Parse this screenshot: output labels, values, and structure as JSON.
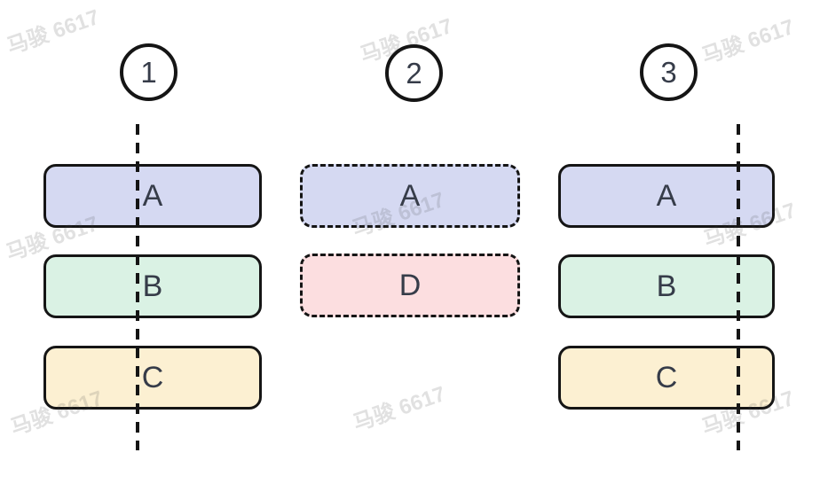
{
  "watermark": {
    "text": "马骏 6617",
    "color": "#e3e3e3"
  },
  "columns": [
    {
      "badge_label": "1",
      "has_cut_line": true,
      "cut_line_position": "through-center-of-boxes",
      "boxes": [
        {
          "label": "A",
          "fill": "#d5d9f2",
          "border_style": "solid"
        },
        {
          "label": "B",
          "fill": "#daf2e4",
          "border_style": "solid"
        },
        {
          "label": "C",
          "fill": "#fcf0d2",
          "border_style": "solid"
        }
      ]
    },
    {
      "badge_label": "2",
      "has_cut_line": false,
      "boxes": [
        {
          "label": "A",
          "fill": "#d5d9f2",
          "border_style": "dashed"
        },
        {
          "label": "D",
          "fill": "#fcdee0",
          "border_style": "dashed"
        }
      ]
    },
    {
      "badge_label": "3",
      "has_cut_line": true,
      "cut_line_position": "through-right-side-of-boxes",
      "boxes": [
        {
          "label": "A",
          "fill": "#d5d9f2",
          "border_style": "solid"
        },
        {
          "label": "B",
          "fill": "#daf2e4",
          "border_style": "solid"
        },
        {
          "label": "C",
          "fill": "#fcf0d2",
          "border_style": "solid"
        }
      ]
    }
  ],
  "colors": {
    "background": "#ffffff",
    "box_border": "#151515",
    "cut_line": "#151515",
    "label_text": "#363c49",
    "lavender_fill": "#d5d9f2",
    "green_fill": "#daf2e4",
    "cream_fill": "#fcf0d2",
    "pink_fill": "#fcdee0"
  }
}
